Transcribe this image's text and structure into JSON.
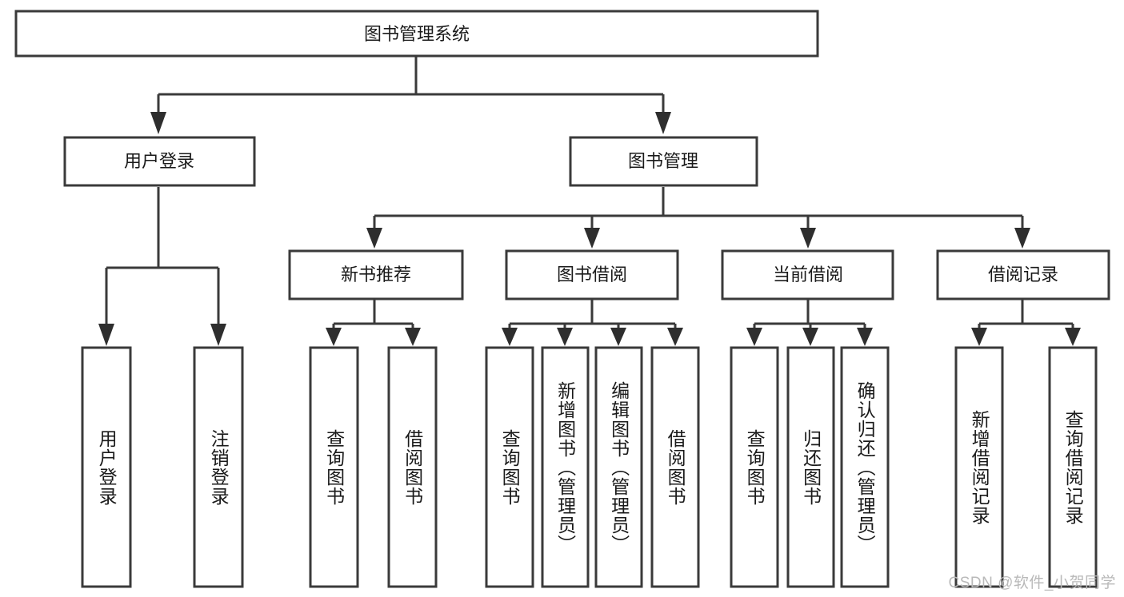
{
  "diagram": {
    "title": "图书管理系统",
    "watermark": "CSDN @软件_小贺同学",
    "root": {
      "label": "图书管理系统"
    },
    "level1": [
      {
        "label": "用户登录"
      },
      {
        "label": "图书管理"
      }
    ],
    "level2": [
      {
        "label": "新书推荐"
      },
      {
        "label": "图书借阅"
      },
      {
        "label": "当前借阅"
      },
      {
        "label": "借阅记录"
      }
    ],
    "leaves": [
      {
        "label": "用户登录"
      },
      {
        "label": "注销登录"
      },
      {
        "label": "查询图书"
      },
      {
        "label": "借阅图书"
      },
      {
        "label": "查询图书"
      },
      {
        "label": "新增图书（管理员）"
      },
      {
        "label": "编辑图书（管理员）"
      },
      {
        "label": "借阅图书"
      },
      {
        "label": "查询图书"
      },
      {
        "label": "归还图书"
      },
      {
        "label": "确认归还（管理员）"
      },
      {
        "label": "新增借阅记录"
      },
      {
        "label": "查询借阅记录"
      }
    ],
    "colors": {
      "box_stroke": "#3a3a3a",
      "connector": "#3a3a3a",
      "background": "#ffffff",
      "text": "#1a1a1a",
      "watermark": "#b9b9b9"
    }
  }
}
